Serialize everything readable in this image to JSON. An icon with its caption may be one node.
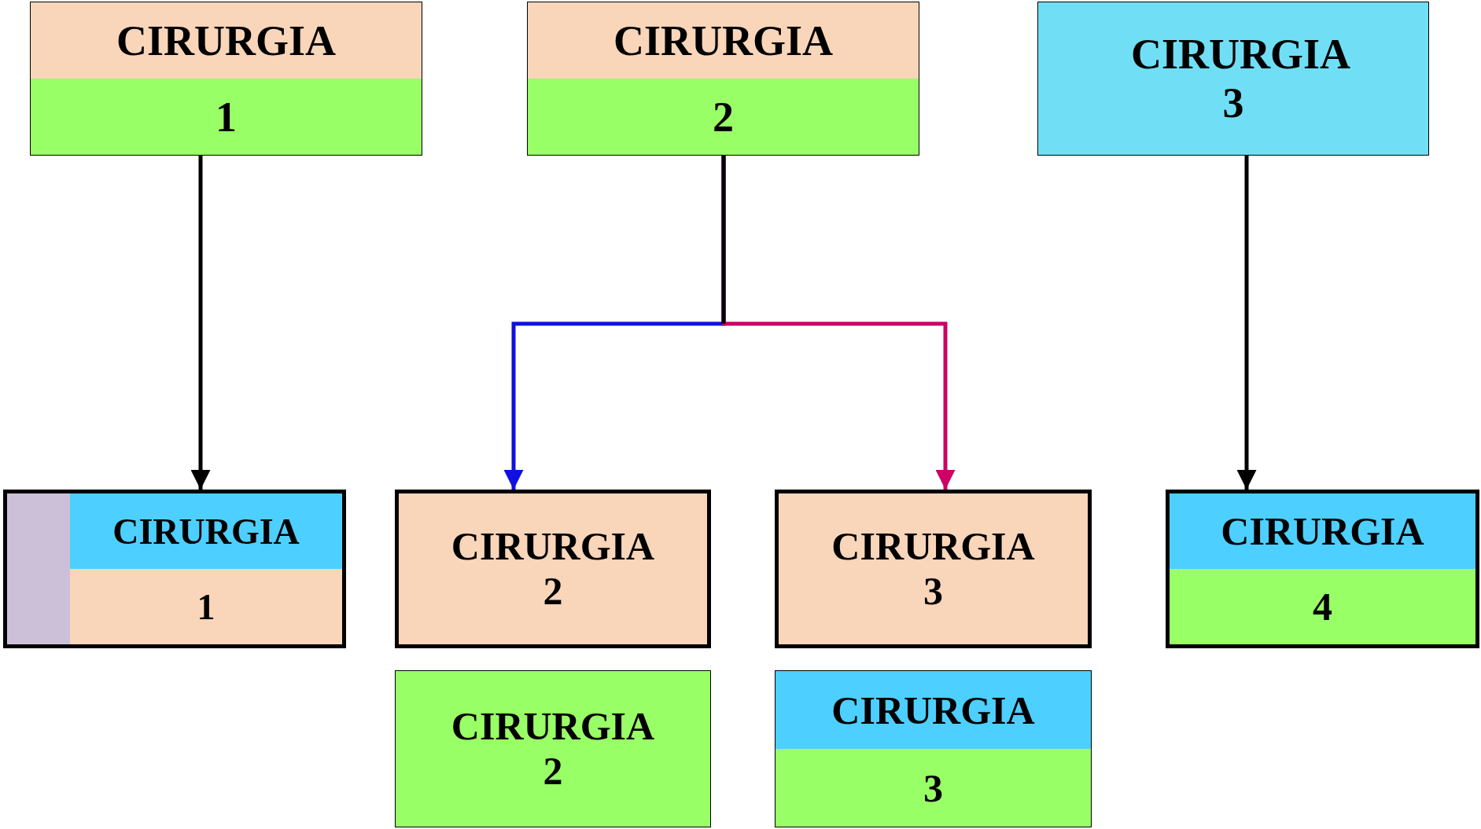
{
  "diagram": {
    "nodes": [
      {
        "text": [
          "CIRURGIA",
          "1"
        ]
      },
      {
        "text": [
          "CIRURGIA",
          "2"
        ]
      },
      {
        "text": [
          "CIRURGIA 3"
        ]
      },
      {
        "text": [
          "CIRURGIA",
          "1"
        ]
      },
      {
        "text": [
          "CIRURGIA 2"
        ]
      },
      {
        "text": [
          "CIRURGIA 3"
        ]
      },
      {
        "text": [
          "CIRURGIA",
          "4"
        ]
      },
      {
        "text": [
          "CIRURGIA 2"
        ]
      },
      {
        "text": [
          "CIRURGIA",
          "3"
        ]
      }
    ],
    "edges": [
      {
        "from": 0,
        "to": 3,
        "arrow": "to"
      },
      {
        "from": 1,
        "to": 4,
        "arrow": "to",
        "color": "#1010e0"
      },
      {
        "from": 1,
        "to": 5,
        "arrow": "to",
        "color": "#cc0066"
      },
      {
        "from": 2,
        "to": 6,
        "arrow": "to"
      }
    ]
  }
}
